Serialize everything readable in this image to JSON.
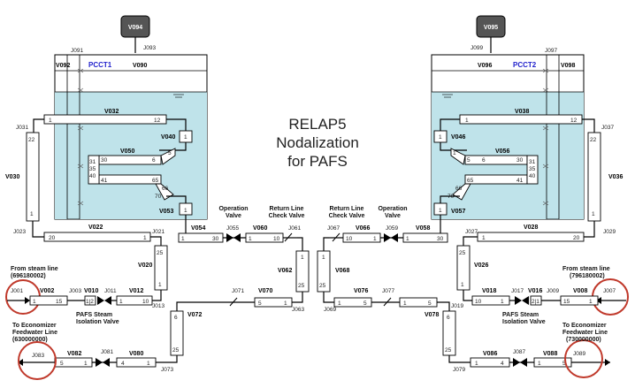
{
  "title": [
    "RELAP5",
    "Nodalization",
    "for PAFS"
  ],
  "left": {
    "tank_label": "PCCT1",
    "top_volume": "V094",
    "top_junction": "J093",
    "tank_volume": "V090",
    "side_volume": "V092",
    "side_junction": "J091",
    "v032": {
      "name": "V032",
      "first": "1",
      "last": "12"
    },
    "v040": {
      "name": "V040",
      "node": "1"
    },
    "v050": {
      "name": "V050",
      "nodes": [
        "1",
        "5",
        "30",
        "6",
        "31",
        "35",
        "40",
        "41",
        "65",
        "66",
        "70"
      ]
    },
    "v053": {
      "name": "V053",
      "node": "1"
    },
    "j031": "J031",
    "v030": {
      "name": "V030",
      "first": "22",
      "last": "1"
    },
    "j023": "J023",
    "v022": {
      "name": "V022",
      "first": "20",
      "last": "1"
    },
    "j021": "J021",
    "v020": {
      "name": "V020",
      "first": "25",
      "last": "1"
    },
    "j013": "J013",
    "v054": {
      "name": "V054",
      "first": "1",
      "last": "30"
    },
    "j055": "J055",
    "op_valve": "Operation Valve",
    "v060": {
      "name": "V060",
      "first": "1",
      "last": "10"
    },
    "j061": "J061",
    "check_valve": "Return Line Check Valve",
    "v062": {
      "name": "V062",
      "first": "1",
      "last": "25"
    },
    "j063": "J063",
    "v070": {
      "name": "V070",
      "first": "5",
      "last": "1"
    },
    "j071": "J071",
    "v072": {
      "name": "V072",
      "first": "6",
      "last": "25"
    },
    "j073": "J073",
    "v080": {
      "name": "V080",
      "first": "4",
      "last": "1"
    },
    "j081": "J081",
    "v082": {
      "name": "V082",
      "first": "5",
      "last": "1"
    },
    "j083": "J083",
    "j001": "J001",
    "v002": {
      "name": "V002",
      "first": "1",
      "last": "15"
    },
    "j003": "J003",
    "v010": {
      "name": "V010",
      "node": "1|2"
    },
    "j011": "J011",
    "v012": {
      "name": "V012",
      "first": "1",
      "last": "10"
    },
    "steam_label": [
      "From steam line",
      "(696180002)"
    ],
    "isolation_label": [
      "PAFS Steam",
      "Isolation Valve"
    ],
    "feed_label": [
      "To Economizer",
      "Feedwater Line",
      "(630000000)"
    ]
  },
  "right": {
    "tank_label": "PCCT2",
    "top_volume": "V095",
    "top_junction": "J099",
    "tank_volume": "V096",
    "side_volume": "V098",
    "side_junction": "J097",
    "v038": {
      "name": "V038",
      "first": "1",
      "last": "12"
    },
    "v046": {
      "name": "V046",
      "node": "1"
    },
    "v056": {
      "name": "V056",
      "nodes": [
        "1",
        "5",
        "6",
        "30",
        "31",
        "35",
        "40",
        "41",
        "65",
        "66",
        "70"
      ]
    },
    "v057": {
      "name": "V057",
      "node": "1"
    },
    "j037": "J037",
    "v036": {
      "name": "V036",
      "first": "22",
      "last": "1"
    },
    "j029": "J029",
    "v028": {
      "name": "V028",
      "first": "1",
      "last": "20"
    },
    "j027": "J027",
    "v026": {
      "name": "V026",
      "first": "25",
      "last": "1"
    },
    "j019": "J019",
    "v058": {
      "name": "V058",
      "first": "1",
      "last": "30"
    },
    "j059": "J059",
    "op_valve": "Operation Valve",
    "v066": {
      "name": "V066",
      "first": "10",
      "last": "1"
    },
    "j067": "J067",
    "check_valve": "Return Line Check Valve",
    "v068": {
      "name": "V068",
      "first": "1",
      "last": "25"
    },
    "j069": "J069",
    "v076": {
      "name": "V076",
      "first": "1",
      "last": "5"
    },
    "j077": "J077",
    "v078": {
      "name": "V078",
      "first": "6",
      "last": "25"
    },
    "j079": "J079",
    "v086": {
      "name": "V086",
      "first": "1",
      "last": "4"
    },
    "j087": "J087",
    "v088": {
      "name": "V088",
      "first": "1",
      "last": "5"
    },
    "j089": "J089",
    "j007": "J007",
    "v008": {
      "name": "V008",
      "first": "15",
      "last": "1"
    },
    "j009": "J009",
    "v016": {
      "name": "V016",
      "node": "2|1"
    },
    "j017": "J017",
    "v018": {
      "name": "V018",
      "first": "10",
      "last": "1"
    },
    "steam_label": [
      "From steam line",
      "(796180002)"
    ],
    "isolation_label": [
      "PAFS Steam",
      "Isolation Valve"
    ],
    "feed_label": [
      "To Economizer",
      "Feedwater Line",
      "(730000000)"
    ]
  },
  "colors": {
    "water": "#bfe3ea",
    "highlight_circle": "#c0392b",
    "top_volume_fill": "#555555",
    "label_blue": "#2222cc"
  }
}
